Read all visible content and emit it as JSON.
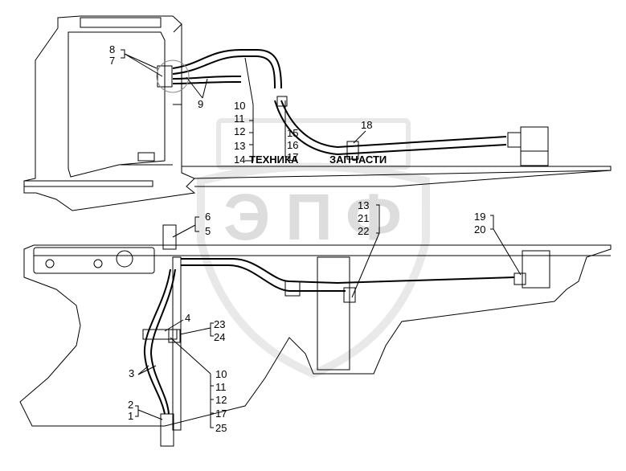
{
  "watermark": {
    "letters": [
      "Э",
      "П",
      "Ф"
    ],
    "caption_left": "ТЕХНИКА",
    "caption_right": "ЗАПЧАСТИ"
  },
  "callouts": {
    "top": {
      "n8": "8",
      "n7": "7",
      "n9": "9",
      "n10": "10",
      "n11": "11",
      "n12": "12",
      "n13": "13",
      "n14": "14",
      "n15": "15",
      "n16": "16",
      "n17": "17",
      "n18": "18"
    },
    "bottom": {
      "n6": "6",
      "n5": "5",
      "n13": "13",
      "n21": "21",
      "n22": "22",
      "n19": "19",
      "n20": "20",
      "n4": "4",
      "n23": "23",
      "n24": "24",
      "n3": "3",
      "n2": "2",
      "n1": "1",
      "n10": "10",
      "n11": "11",
      "n12": "12",
      "n17": "17",
      "n25": "25"
    }
  }
}
